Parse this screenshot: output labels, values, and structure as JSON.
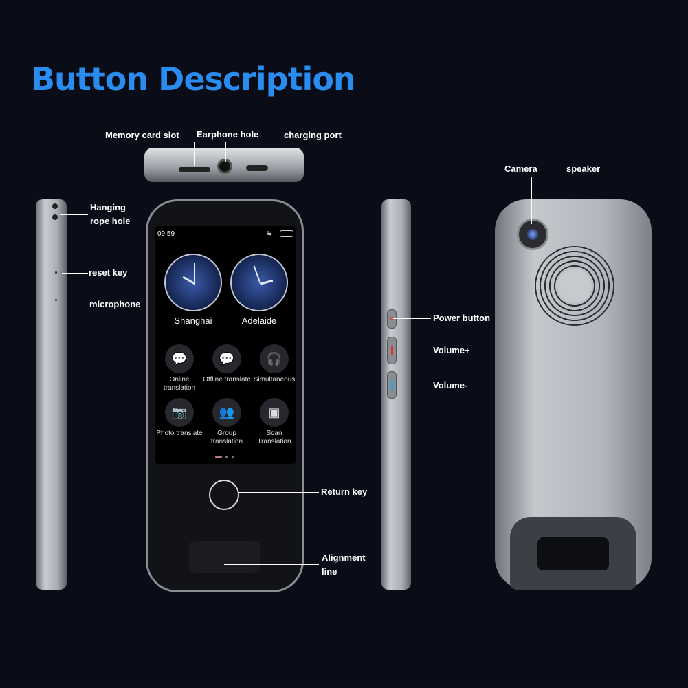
{
  "title": "Button Description",
  "labels": {
    "memory_card_slot": "Memory card slot",
    "earphone_hole": "Earphone hole",
    "charging_port": "charging port",
    "hanging_rope_hole": "Hanging\nrope hole",
    "reset_key": "reset key",
    "microphone": "microphone",
    "return_key": "Return key",
    "alignment_line": "Alignment\nline",
    "power_button": "Power button",
    "volume_up": "Volume+",
    "volume_down": "Volume-",
    "camera": "Camera",
    "speaker": "speaker"
  },
  "screen": {
    "time": "09:59",
    "clocks": [
      {
        "city": "Shanghai"
      },
      {
        "city": "Adelaide"
      }
    ],
    "apps": [
      {
        "label": "Online translation",
        "icon": "chat-bubbles-icon"
      },
      {
        "label": "Offline translate",
        "icon": "chat-bubbles-icon"
      },
      {
        "label": "Simultaneous",
        "icon": "headphones-icon"
      },
      {
        "label": "Photo translate",
        "icon": "camera-icon"
      },
      {
        "label": "Group translation",
        "icon": "group-icon"
      },
      {
        "label": "Scan Translation",
        "icon": "scan-icon"
      }
    ]
  },
  "colors": {
    "title": "#2b8cf0",
    "background": "#0a0d17",
    "power": "#e03030",
    "volume_up": "#e03030",
    "volume_down": "#2aa0e8"
  }
}
